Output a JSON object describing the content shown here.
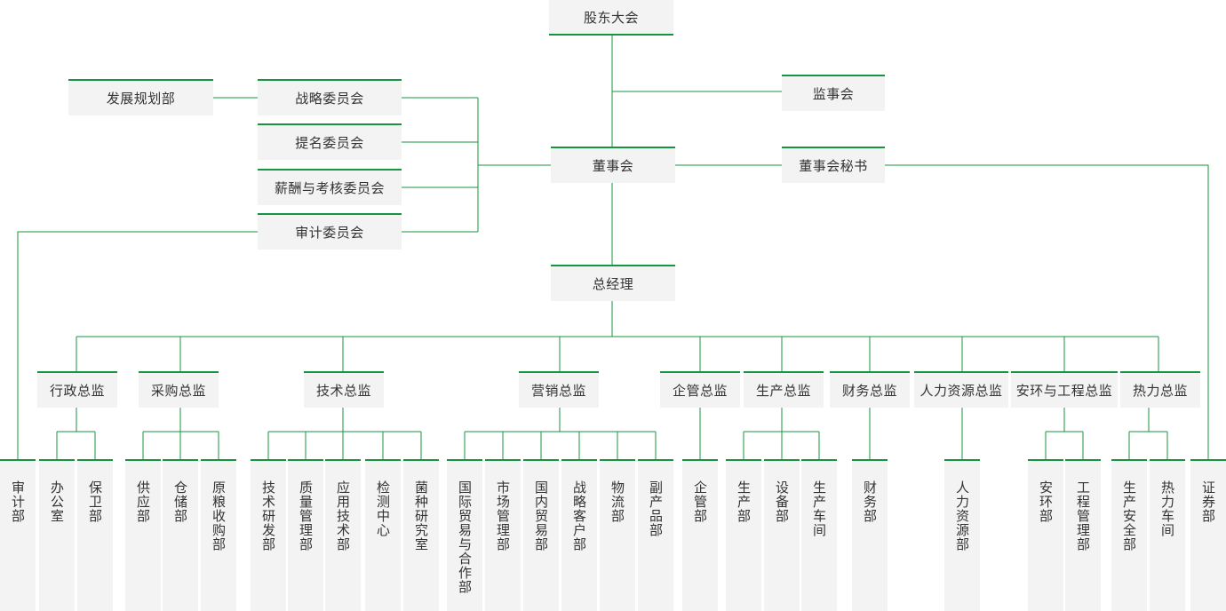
{
  "top": {
    "shareholders": "股东大会",
    "supervisory": "监事会",
    "board": "董事会",
    "board_secretary": "董事会秘书",
    "general_manager": "总经理",
    "dev_planning": "发展规划部"
  },
  "committees": [
    "战略委员会",
    "提名委员会",
    "薪酬与考核委员会",
    "审计委员会"
  ],
  "directors": [
    "行政总监",
    "采购总监",
    "技术总监",
    "营销总监",
    "企管总监",
    "生产总监",
    "财务总监",
    "人力资源总监",
    "安环与工程总监",
    "热力总监"
  ],
  "departments": [
    "审计部",
    "办公室",
    "保卫部",
    "供应部",
    "仓储部",
    "原粮收购部",
    "技术研发部",
    "质量管理部",
    "应用技术部",
    "检测中心",
    "菌种研究室",
    "国际贸易与合作部",
    "市场管理部",
    "国内贸易部",
    "战略客户部",
    "物流部",
    "副产品部",
    "企管部",
    "生产部",
    "设备部",
    "生产车间",
    "财务部",
    "人力资源部",
    "安环部",
    "工程管理部",
    "生产安全部",
    "热力车间",
    "证券部"
  ],
  "colors": {
    "line": "#17943f",
    "box": "#f3f3f3",
    "text": "#333333"
  }
}
